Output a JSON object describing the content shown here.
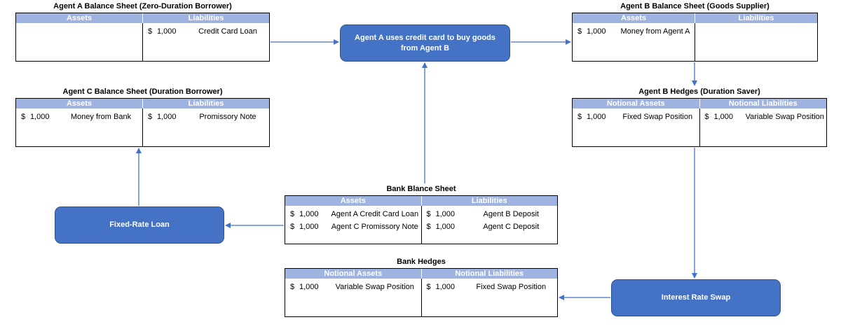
{
  "sheets": {
    "agent_a": {
      "title": "Agent A Balance Sheet (Zero-Duration Borrower)",
      "left_header": "Assets",
      "right_header": "Liabilities",
      "left_rows": [],
      "right_rows": [
        {
          "cur": "$",
          "amt": "1,000",
          "desc": "Credit Card Loan"
        }
      ]
    },
    "agent_b": {
      "title": "Agent B Balance Sheet (Goods Supplier)",
      "left_header": "Assets",
      "right_header": "Liabilities",
      "left_rows": [
        {
          "cur": "$",
          "amt": "1,000",
          "desc": "Money from Agent A"
        }
      ],
      "right_rows": []
    },
    "agent_c": {
      "title": "Agent C Balance Sheet (Duration Borrower)",
      "left_header": "Assets",
      "right_header": "Liabilities",
      "left_rows": [
        {
          "cur": "$",
          "amt": "1,000",
          "desc": "Money from Bank"
        }
      ],
      "right_rows": [
        {
          "cur": "$",
          "amt": "1,000",
          "desc": "Promissory Note"
        }
      ]
    },
    "agent_b_hedges": {
      "title": "Agent B Hedges (Duration Saver)",
      "left_header": "Notional Assets",
      "right_header": "Notional Liabilities",
      "left_rows": [
        {
          "cur": "$",
          "amt": "1,000",
          "desc": "Fixed Swap Position"
        }
      ],
      "right_rows": [
        {
          "cur": "$",
          "amt": "1,000",
          "desc": "Variable Swap Position"
        }
      ]
    },
    "bank": {
      "title": "Bank Blance Sheet",
      "left_header": "Assets",
      "right_header": "Liabilities",
      "left_rows": [
        {
          "cur": "$",
          "amt": "1,000",
          "desc": "Agent A Credit Card Loan"
        },
        {
          "cur": "$",
          "amt": "1,000",
          "desc": "Agent C Promissory Note"
        }
      ],
      "right_rows": [
        {
          "cur": "$",
          "amt": "1,000",
          "desc": "Agent B Deposit"
        },
        {
          "cur": "$",
          "amt": "1,000",
          "desc": "Agent C Deposit"
        }
      ]
    },
    "bank_hedges": {
      "title": "Bank Hedges",
      "left_header": "Notional Assets",
      "right_header": "Notional Liabilities",
      "left_rows": [
        {
          "cur": "$",
          "amt": "1,000",
          "desc": "Variable Swap Position"
        }
      ],
      "right_rows": [
        {
          "cur": "$",
          "amt": "1,000",
          "desc": "Fixed Swap Position"
        }
      ]
    }
  },
  "boxes": {
    "purchase": "Agent A uses credit card to buy goods from Agent B",
    "loan": "Fixed-Rate Loan",
    "swap": "Interest Rate Swap"
  },
  "colors": {
    "box_fill": "#4472c4",
    "header_fill": "#9fb3e1",
    "arrow": "#4472c4"
  }
}
